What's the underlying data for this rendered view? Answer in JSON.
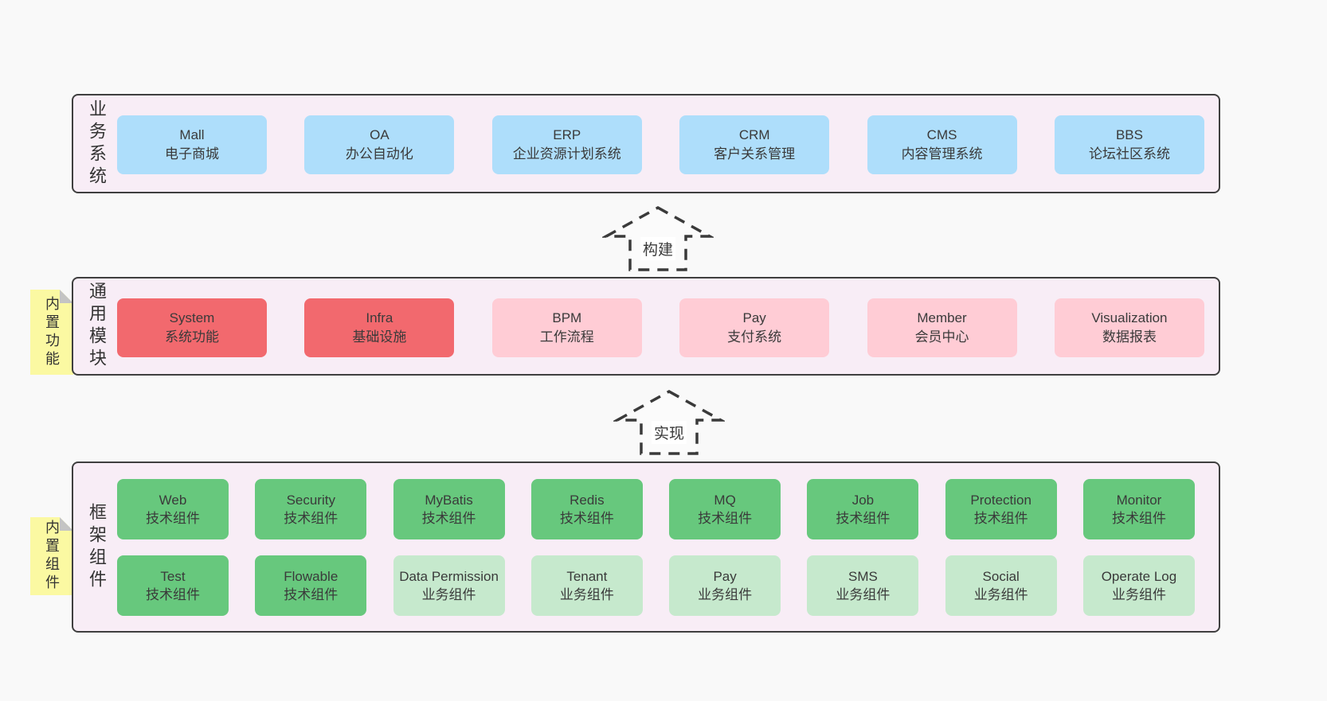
{
  "colors": {
    "page_bg": "#f9f9f9",
    "container_bg": "#f8edf6",
    "container_border": "#3f3f3f",
    "blue": "#aedefb",
    "red": "#f2696e",
    "pink": "#ffccd5",
    "green_dark": "#67c87d",
    "green_light": "#c6e9cd",
    "yellow": "#fbf9a2",
    "fold_gray": "#c4c4c4",
    "text": "#3d3d3d",
    "arrow_stroke": "#3a3a3a"
  },
  "arrows": [
    {
      "label": "构建"
    },
    {
      "label": "实现"
    }
  ],
  "sections": [
    {
      "label": "业务系统",
      "boxes": [
        {
          "title": "Mall",
          "subtitle": "电子商城"
        },
        {
          "title": "OA",
          "subtitle": "办公自动化"
        },
        {
          "title": "ERP",
          "subtitle": "企业资源计划系统"
        },
        {
          "title": "CRM",
          "subtitle": "客户关系管理"
        },
        {
          "title": "CMS",
          "subtitle": "内容管理系统"
        },
        {
          "title": "BBS",
          "subtitle": "论坛社区系统"
        }
      ]
    },
    {
      "label": "通用模块",
      "sticky": "内置功能",
      "boxes": [
        {
          "title": "System",
          "subtitle": "系统功能"
        },
        {
          "title": "Infra",
          "subtitle": "基础设施"
        },
        {
          "title": "BPM",
          "subtitle": "工作流程"
        },
        {
          "title": "Pay",
          "subtitle": "支付系统"
        },
        {
          "title": "Member",
          "subtitle": "会员中心"
        },
        {
          "title": "Visualization",
          "subtitle": "数据报表"
        }
      ]
    },
    {
      "label": "框架组件",
      "sticky": "内置组件",
      "rows": [
        [
          {
            "title": "Web",
            "subtitle": "技术组件"
          },
          {
            "title": "Security",
            "subtitle": "技术组件"
          },
          {
            "title": "MyBatis",
            "subtitle": "技术组件"
          },
          {
            "title": "Redis",
            "subtitle": "技术组件"
          },
          {
            "title": "MQ",
            "subtitle": "技术组件"
          },
          {
            "title": "Job",
            "subtitle": "技术组件"
          },
          {
            "title": "Protection",
            "subtitle": "技术组件"
          },
          {
            "title": "Monitor",
            "subtitle": "技术组件"
          }
        ],
        [
          {
            "title": "Test",
            "subtitle": "技术组件"
          },
          {
            "title": "Flowable",
            "subtitle": "技术组件"
          },
          {
            "title": "Data Permission",
            "subtitle": "业务组件"
          },
          {
            "title": "Tenant",
            "subtitle": "业务组件"
          },
          {
            "title": "Pay",
            "subtitle": "业务组件"
          },
          {
            "title": "SMS",
            "subtitle": "业务组件"
          },
          {
            "title": "Social",
            "subtitle": "业务组件"
          },
          {
            "title": "Operate Log",
            "subtitle": "业务组件"
          }
        ]
      ]
    }
  ]
}
